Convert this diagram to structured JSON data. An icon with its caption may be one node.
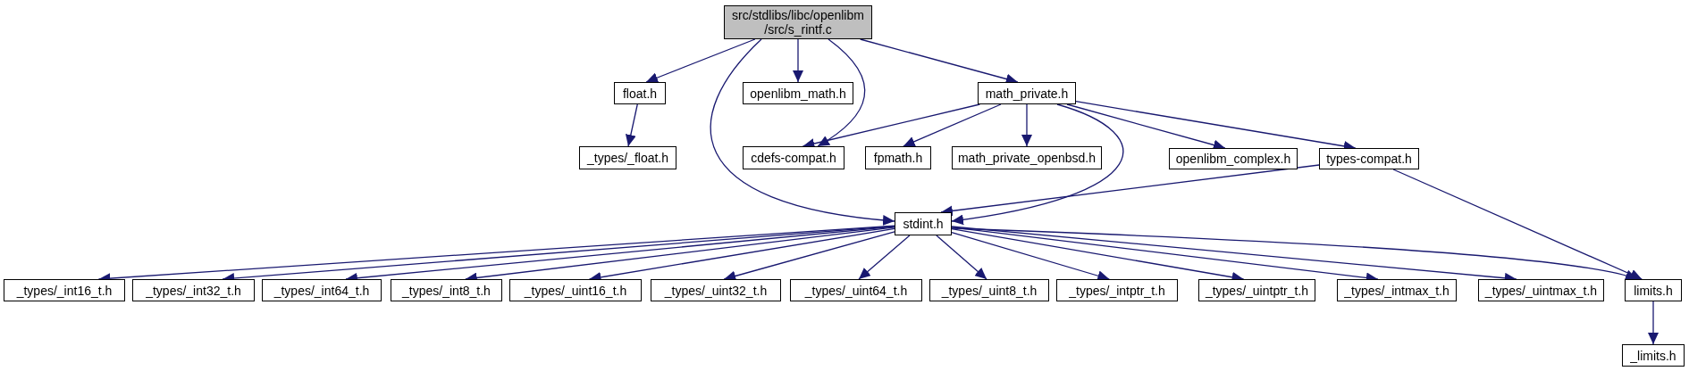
{
  "diagram": {
    "nodes": [
      {
        "text": [
          "src/stdlibs/libc/openlibm /src/s_rintf.c"
        ]
      },
      {
        "text": [
          "float.h"
        ]
      },
      {
        "text": [
          "_types/_float.h"
        ]
      },
      {
        "text": [
          "openlibm_math.h"
        ]
      },
      {
        "text": [
          "math_private.h"
        ]
      },
      {
        "text": [
          "cdefs-compat.h"
        ]
      },
      {
        "text": [
          "fpmath.h"
        ]
      },
      {
        "text": [
          "math_private_openbsd.h"
        ]
      },
      {
        "text": [
          "openlibm_complex.h"
        ]
      },
      {
        "text": [
          "types-compat.h"
        ]
      },
      {
        "text": [
          "stdint.h"
        ]
      },
      {
        "text": [
          "_types/_int16_t.h"
        ]
      },
      {
        "text": [
          "_types/_int32_t.h"
        ]
      },
      {
        "text": [
          "_types/_int64_t.h"
        ]
      },
      {
        "text": [
          "_types/_int8_t.h"
        ]
      },
      {
        "text": [
          "_types/_uint16_t.h"
        ]
      },
      {
        "text": [
          "_types/_uint32_t.h"
        ]
      },
      {
        "text": [
          "_types/_uint64_t.h"
        ]
      },
      {
        "text": [
          "_types/_uint8_t.h"
        ]
      },
      {
        "text": [
          "_types/_intptr_t.h"
        ]
      },
      {
        "text": [
          "_types/_uintptr_t.h"
        ]
      },
      {
        "text": [
          "_types/_intmax_t.h"
        ]
      },
      {
        "text": [
          "_types/_uintmax_t.h"
        ]
      },
      {
        "text": [
          "limits.h"
        ]
      },
      {
        "text": [
          "_limits.h"
        ]
      }
    ],
    "edges": [
      {
        "from": 0,
        "to": 1,
        "arrow": "to"
      },
      {
        "from": 0,
        "to": 10,
        "arrow": "to"
      },
      {
        "from": 0,
        "to": 3,
        "arrow": "to"
      },
      {
        "from": 0,
        "to": 5,
        "arrow": "to"
      },
      {
        "from": 0,
        "to": 4,
        "arrow": "to"
      },
      {
        "from": 1,
        "to": 2,
        "arrow": "to"
      },
      {
        "from": 4,
        "to": 5,
        "arrow": "to"
      },
      {
        "from": 4,
        "to": 6,
        "arrow": "to"
      },
      {
        "from": 4,
        "to": 7,
        "arrow": "to"
      },
      {
        "from": 4,
        "to": 10,
        "arrow": "to"
      },
      {
        "from": 4,
        "to": 8,
        "arrow": "to"
      },
      {
        "from": 4,
        "to": 9,
        "arrow": "to"
      },
      {
        "from": 9,
        "to": 10,
        "arrow": "to"
      },
      {
        "from": 9,
        "to": 23,
        "arrow": "to"
      },
      {
        "from": 10,
        "to": 11,
        "arrow": "to"
      },
      {
        "from": 10,
        "to": 12,
        "arrow": "to"
      },
      {
        "from": 10,
        "to": 13,
        "arrow": "to"
      },
      {
        "from": 10,
        "to": 14,
        "arrow": "to"
      },
      {
        "from": 10,
        "to": 15,
        "arrow": "to"
      },
      {
        "from": 10,
        "to": 16,
        "arrow": "to"
      },
      {
        "from": 10,
        "to": 17,
        "arrow": "to"
      },
      {
        "from": 10,
        "to": 18,
        "arrow": "to"
      },
      {
        "from": 10,
        "to": 19,
        "arrow": "to"
      },
      {
        "from": 10,
        "to": 20,
        "arrow": "to"
      },
      {
        "from": 10,
        "to": 21,
        "arrow": "to"
      },
      {
        "from": 10,
        "to": 22,
        "arrow": "to"
      },
      {
        "from": 10,
        "to": 23,
        "arrow": "to"
      },
      {
        "from": 23,
        "to": 24,
        "arrow": "to"
      }
    ]
  }
}
